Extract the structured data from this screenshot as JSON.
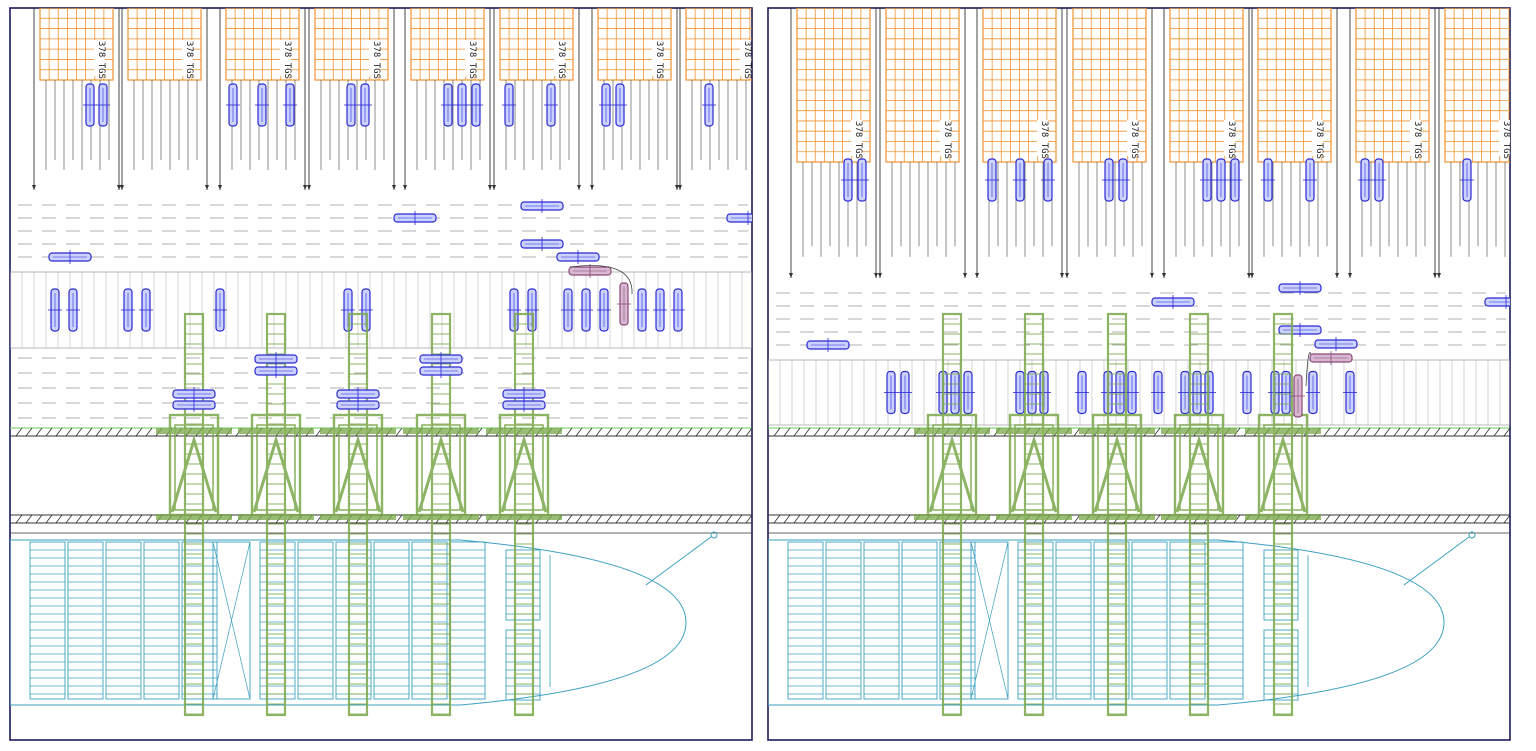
{
  "diagram": {
    "views": [
      {
        "id": "left",
        "stack_labels": [
          "378 TGS",
          "378 TGS",
          "378 TGS",
          "378 TGS",
          "378 TGS",
          "378 TGS",
          "378 TGS",
          "378 TGS"
        ],
        "crane_count": 5
      },
      {
        "id": "right",
        "stack_labels": [
          "378 TGS",
          "378 TGS",
          "378 TGS",
          "378 TGS",
          "378 TGS",
          "378 TGS",
          "378 TGS",
          "378 TGS"
        ],
        "crane_count": 5
      }
    ]
  },
  "colors": {
    "frame": "#1a1a5a",
    "stack": "#f0922e",
    "vehicle": "#2a2ad0",
    "vehicle_fill": "#ccd2ff",
    "crane": "#7aa84a",
    "ship": "#3aa0c0",
    "hatch": "#222222",
    "rail": "#66cc55",
    "selected_vehicle": "#8a4a7a"
  }
}
